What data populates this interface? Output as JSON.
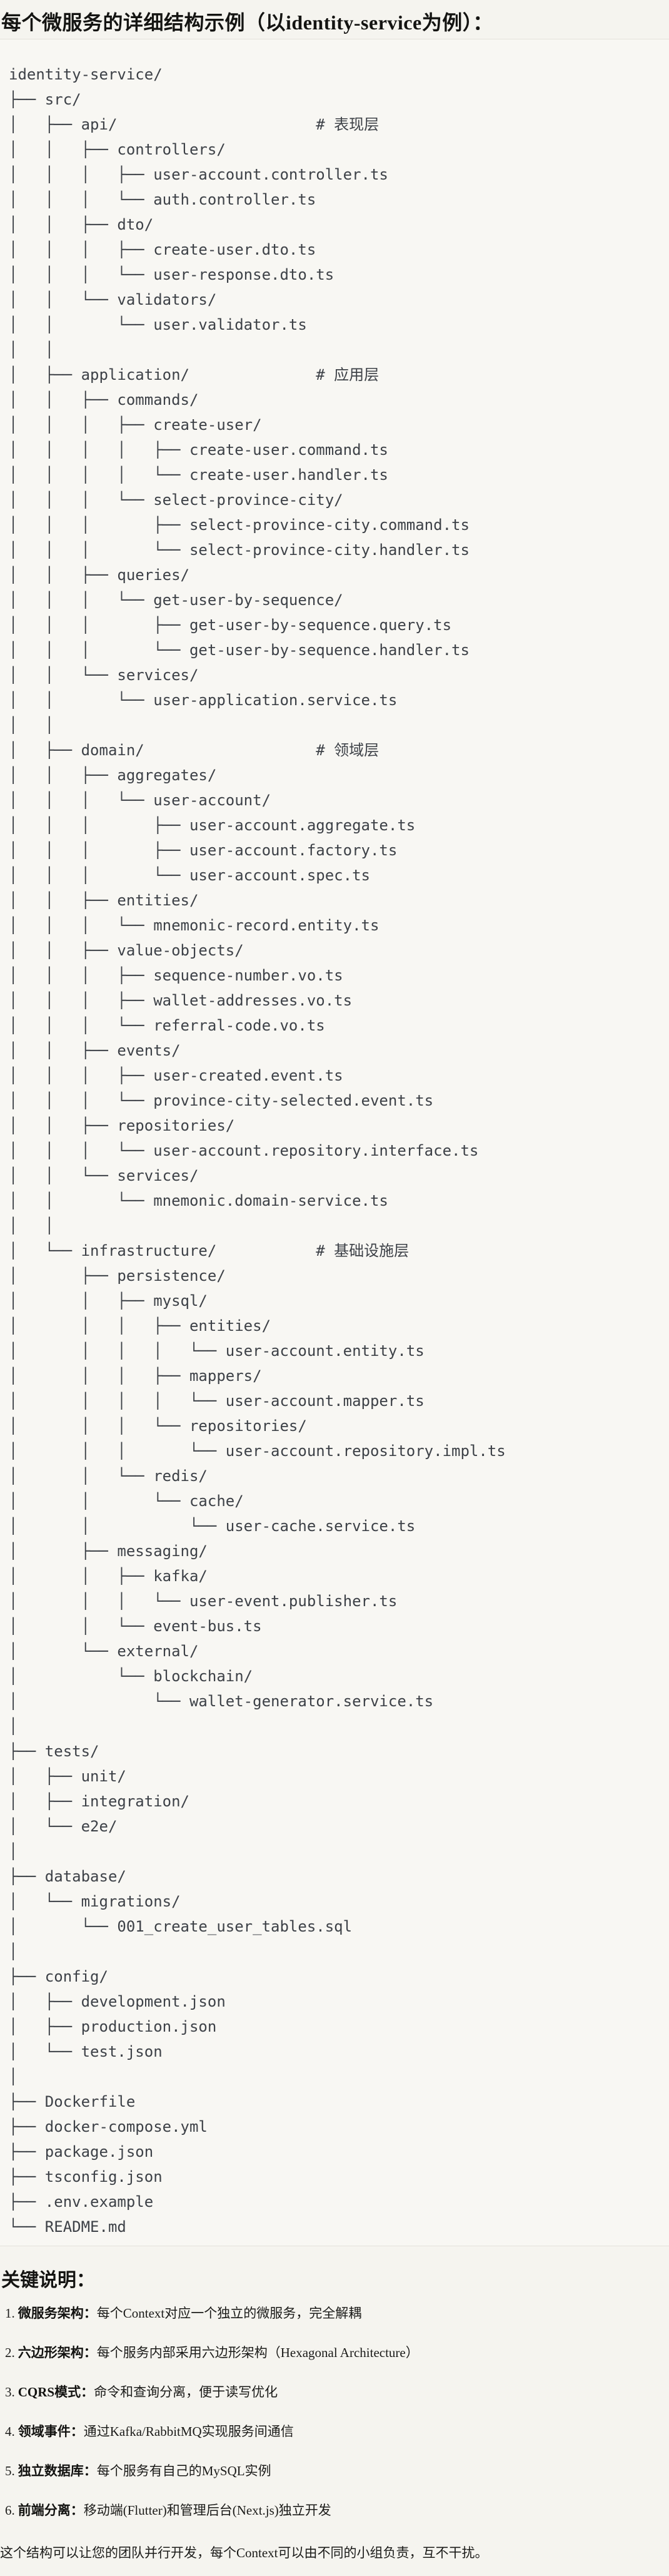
{
  "page": {
    "title": "每个微服务的详细结构示例（以identity-service为例）：",
    "colors": {
      "page_background": "#f5f4ef",
      "code_background": "#f8f7f3",
      "code_border": "#e4e2db",
      "code_text": "#3d4147",
      "body_text": "#171715"
    },
    "tree": {
      "lines": [
        "identity-service/",
        "├── src/",
        "│   ├── api/                      # 表现层",
        "│   │   ├── controllers/",
        "│   │   │   ├── user-account.controller.ts",
        "│   │   │   └── auth.controller.ts",
        "│   │   ├── dto/",
        "│   │   │   ├── create-user.dto.ts",
        "│   │   │   └── user-response.dto.ts",
        "│   │   └── validators/",
        "│   │       └── user.validator.ts",
        "│   │",
        "│   ├── application/              # 应用层",
        "│   │   ├── commands/",
        "│   │   │   ├── create-user/",
        "│   │   │   │   ├── create-user.command.ts",
        "│   │   │   │   └── create-user.handler.ts",
        "│   │   │   └── select-province-city/",
        "│   │   │       ├── select-province-city.command.ts",
        "│   │   │       └── select-province-city.handler.ts",
        "│   │   ├── queries/",
        "│   │   │   └── get-user-by-sequence/",
        "│   │   │       ├── get-user-by-sequence.query.ts",
        "│   │   │       └── get-user-by-sequence.handler.ts",
        "│   │   └── services/",
        "│   │       └── user-application.service.ts",
        "│   │",
        "│   ├── domain/                   # 领域层",
        "│   │   ├── aggregates/",
        "│   │   │   └── user-account/",
        "│   │   │       ├── user-account.aggregate.ts",
        "│   │   │       ├── user-account.factory.ts",
        "│   │   │       └── user-account.spec.ts",
        "│   │   ├── entities/",
        "│   │   │   └── mnemonic-record.entity.ts",
        "│   │   ├── value-objects/",
        "│   │   │   ├── sequence-number.vo.ts",
        "│   │   │   ├── wallet-addresses.vo.ts",
        "│   │   │   └── referral-code.vo.ts",
        "│   │   ├── events/",
        "│   │   │   ├── user-created.event.ts",
        "│   │   │   └── province-city-selected.event.ts",
        "│   │   ├── repositories/",
        "│   │   │   └── user-account.repository.interface.ts",
        "│   │   └── services/",
        "│   │       └── mnemonic.domain-service.ts",
        "│   │",
        "│   └── infrastructure/           # 基础设施层",
        "│       ├── persistence/",
        "│       │   ├── mysql/",
        "│       │   │   ├── entities/",
        "│       │   │   │   └── user-account.entity.ts",
        "│       │   │   ├── mappers/",
        "│       │   │   │   └── user-account.mapper.ts",
        "│       │   │   └── repositories/",
        "│       │   │       └── user-account.repository.impl.ts",
        "│       │   └── redis/",
        "│       │       └── cache/",
        "│       │           └── user-cache.service.ts",
        "│       ├── messaging/",
        "│       │   ├── kafka/",
        "│       │   │   └── user-event.publisher.ts",
        "│       │   └── event-bus.ts",
        "│       └── external/",
        "│           └── blockchain/",
        "│               └── wallet-generator.service.ts",
        "│",
        "├── tests/",
        "│   ├── unit/",
        "│   ├── integration/",
        "│   └── e2e/",
        "│",
        "├── database/",
        "│   └── migrations/",
        "│       └── 001_create_user_tables.sql",
        "│",
        "├── config/",
        "│   ├── development.json",
        "│   ├── production.json",
        "│   └── test.json",
        "│",
        "├── Dockerfile",
        "├── docker-compose.yml",
        "├── package.json",
        "├── tsconfig.json",
        "├── .env.example",
        "└── README.md"
      ]
    },
    "notes": {
      "heading": "关键说明：",
      "items": [
        {
          "num": "1.",
          "term": "微服务架构：",
          "desc": "每个Context对应一个独立的微服务，完全解耦"
        },
        {
          "num": "2.",
          "term": "六边形架构：",
          "desc": "每个服务内部采用六边形架构（Hexagonal Architecture）"
        },
        {
          "num": "3.",
          "term": "CQRS模式：",
          "desc": "命令和查询分离，便于读写优化"
        },
        {
          "num": "4.",
          "term": "领域事件：",
          "desc": "通过Kafka/RabbitMQ实现服务间通信"
        },
        {
          "num": "5.",
          "term": "独立数据库：",
          "desc": "每个服务有自己的MySQL实例"
        },
        {
          "num": "6.",
          "term": "前端分离：",
          "desc": "移动端(Flutter)和管理后台(Next.js)独立开发"
        }
      ],
      "footer": "这个结构可以让您的团队并行开发，每个Context可以由不同的小组负责，互不干扰。"
    }
  }
}
